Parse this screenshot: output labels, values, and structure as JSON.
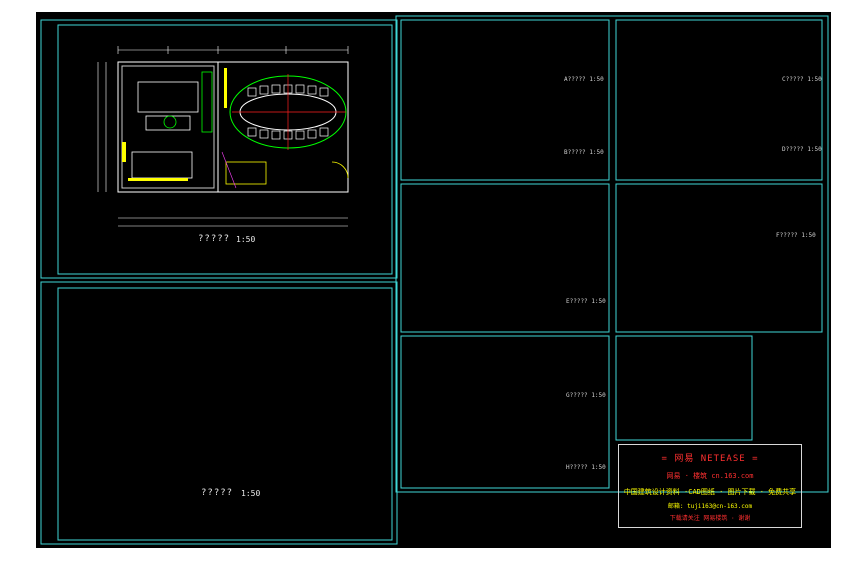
{
  "viewport": {
    "background": "#000000",
    "page_background": "#ffffff"
  },
  "colors": {
    "frame": "#3fd6d6",
    "walls": "#ffffff",
    "green": "#00ff00",
    "yellow": "#ffff00",
    "red": "#ff2020",
    "magenta": "#ff40ff",
    "cyan": "#3fd6d6"
  },
  "sheets": {
    "floor_plan": {
      "title": "?????",
      "scale": "1:50"
    },
    "ceiling_plan": {
      "title": "?????",
      "scale": "1:50"
    },
    "elevations": [
      {
        "label": "A?????",
        "scale": "1:50"
      },
      {
        "label": "B?????",
        "scale": "1:50"
      },
      {
        "label": "C?????",
        "scale": "1:50"
      },
      {
        "label": "D?????",
        "scale": "1:50"
      },
      {
        "label": "E?????",
        "scale": "1:50"
      },
      {
        "label": "F?????",
        "scale": "1:50"
      },
      {
        "label": "G?????",
        "scale": "1:50"
      },
      {
        "label": "H?????",
        "scale": "1:50"
      }
    ]
  },
  "watermark": {
    "line1": "= 网易 NETEASE =",
    "line2": "网易 · 楼筑   cn.163.com",
    "line3": "中国建筑设计资料 ·CAD图纸 · 图片下载 · 免费共享",
    "line4": "邮箱: tuji163@cn-163.com",
    "line5": "下载请关注 网易楼筑 · 谢谢"
  }
}
